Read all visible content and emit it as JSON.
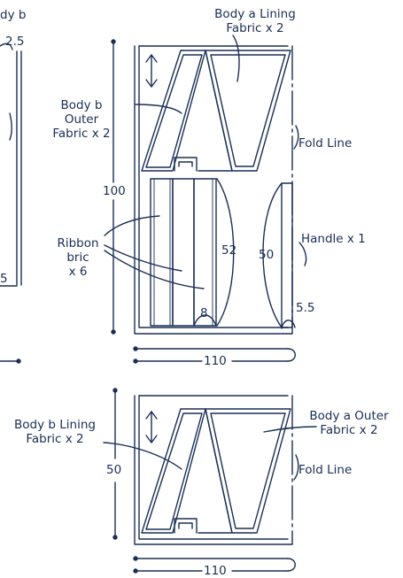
{
  "colors": {
    "ink": "#1a2e55",
    "background": "#ffffff"
  },
  "left_panel": {
    "title_fragment": "dy b",
    "dim_top": "2.5",
    "dim_bottom": "5"
  },
  "top_panel": {
    "body_a_lining": "Body a Lining\nFabric x 2",
    "body_b_outer": "Body b\nOuter\nFabric x 2",
    "fold_line": "Fold Line",
    "ribbon": "Ribbon\nbric\nx 6",
    "handle": "Handle x 1",
    "dim_height": "100",
    "dim_52": "52",
    "dim_50": "50",
    "dim_8": "8",
    "dim_5_5": "5.5",
    "dim_width": "110",
    "grain_icon": "double-arrow-icon"
  },
  "bottom_panel": {
    "body_b_lining": "Body b Lining\nFabric x 2",
    "body_a_outer": "Body a Outer\nFabric x 2",
    "fold_line": "Fold Line",
    "dim_height": "50",
    "dim_width": "110",
    "grain_icon": "double-arrow-icon"
  }
}
